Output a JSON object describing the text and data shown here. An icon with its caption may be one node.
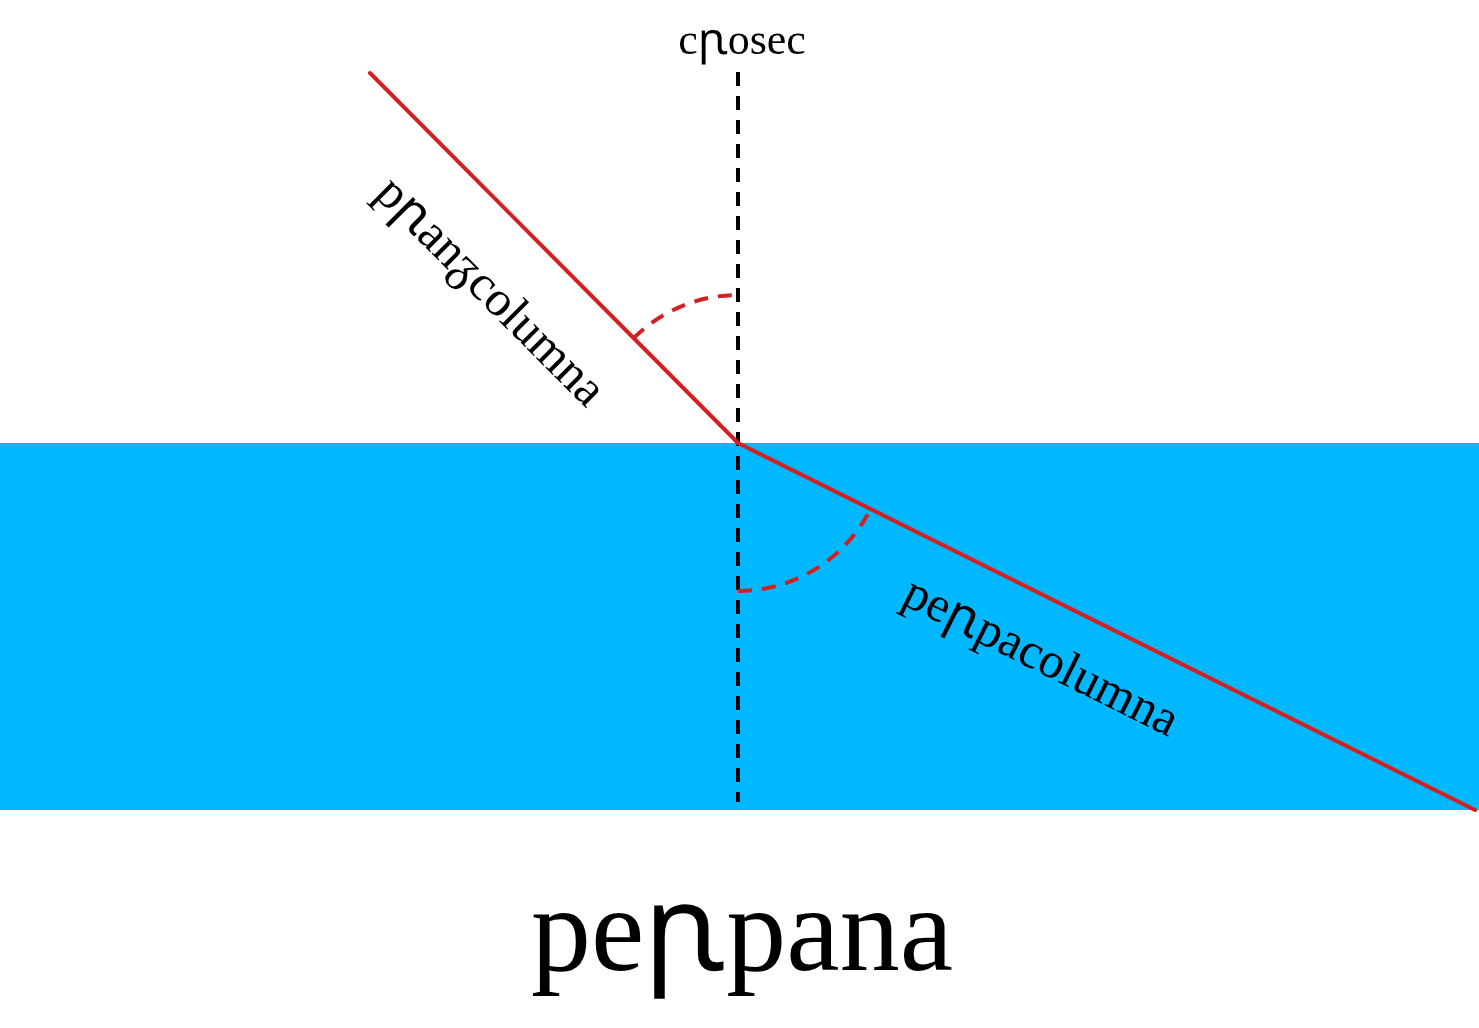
{
  "diagram": {
    "labels": [
      "cꞃosec",
      "pꞃanᵹcolumna",
      "peꞃpacolumna",
      "peꞃpana"
    ]
  }
}
